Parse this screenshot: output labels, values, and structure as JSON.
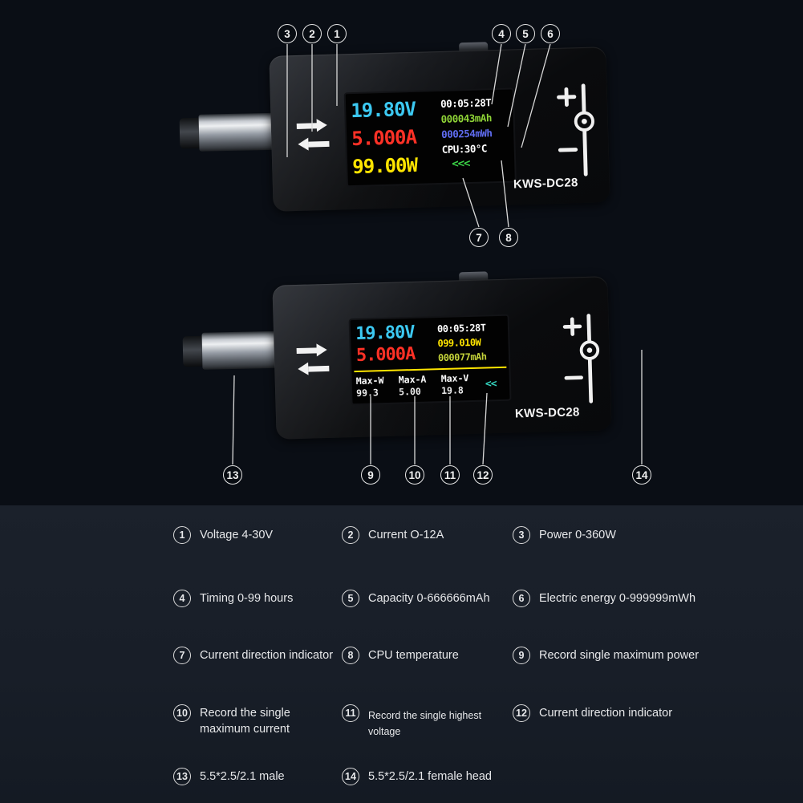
{
  "page": {
    "background": "#0a0e15",
    "panel_background": "#1a2029"
  },
  "devices": {
    "top": {
      "model": "KWS-DC28",
      "screen": {
        "voltage": "19.80V",
        "current": "5.000A",
        "power": "99.00W",
        "time": "00:05:28T",
        "capacity": "000043mAh",
        "energy": "000254mWh",
        "cpu_temp": "CPU:30°C",
        "direction_arrows": "<<<"
      },
      "screen_colors": {
        "voltage": "#3cc9f2",
        "current": "#ff3126",
        "power": "#ffe500",
        "time": "#ffffff",
        "capacity": "#8fd437",
        "energy": "#5f6cf0",
        "cpu_temp": "#ffffff",
        "direction": "#3ad146"
      }
    },
    "bottom": {
      "model": "KWS-DC28",
      "screen": {
        "voltage": "19.80V",
        "current": "5.000A",
        "time": "00:05:28T",
        "power": "099.010W",
        "capacity": "000077mAh",
        "direction_arrows": "<<",
        "max_columns": [
          {
            "header": "Max-W",
            "value": "99.3"
          },
          {
            "header": "Max-A",
            "value": "5.00"
          },
          {
            "header": "Max-V",
            "value": "19.8"
          }
        ]
      },
      "screen_colors": {
        "voltage": "#3cc9f2",
        "current": "#ff3126",
        "time": "#ffffff",
        "power": "#ffe500",
        "capacity": "#c3d23a",
        "direction": "#35d6c0",
        "divider": "#ffe500"
      }
    }
  },
  "icons": {
    "direction_right": "block-arrow-right",
    "direction_left": "block-arrow-left",
    "polarity": "center-positive-polarity",
    "plug": "dc-barrel-plug"
  },
  "callouts": [
    "3",
    "2",
    "1",
    "4",
    "5",
    "6",
    "7",
    "8",
    "13",
    "9",
    "10",
    "11",
    "12",
    "14"
  ],
  "legend": [
    {
      "num": "1",
      "text": "Voltage 4-30V"
    },
    {
      "num": "2",
      "text": "Current O-12A"
    },
    {
      "num": "3",
      "text": "Power 0-360W"
    },
    {
      "num": "4",
      "text": "Timing 0-99 hours"
    },
    {
      "num": "5",
      "text": "Capacity 0-666666mAh"
    },
    {
      "num": "6",
      "text": "Electric energy 0-999999mWh"
    },
    {
      "num": "7",
      "text": "Current direction indicator"
    },
    {
      "num": "8",
      "text": "CPU temperature"
    },
    {
      "num": "9",
      "text": "Record single maximum power"
    },
    {
      "num": "10",
      "text": "Record the single maximum current"
    },
    {
      "num": "11",
      "text": "Record the single highest voltage"
    },
    {
      "num": "12",
      "text": "Current direction indicator"
    },
    {
      "num": "13",
      "text": "5.5*2.5/2.1 male"
    },
    {
      "num": "14",
      "text": "5.5*2.5/2.1 female head"
    }
  ]
}
